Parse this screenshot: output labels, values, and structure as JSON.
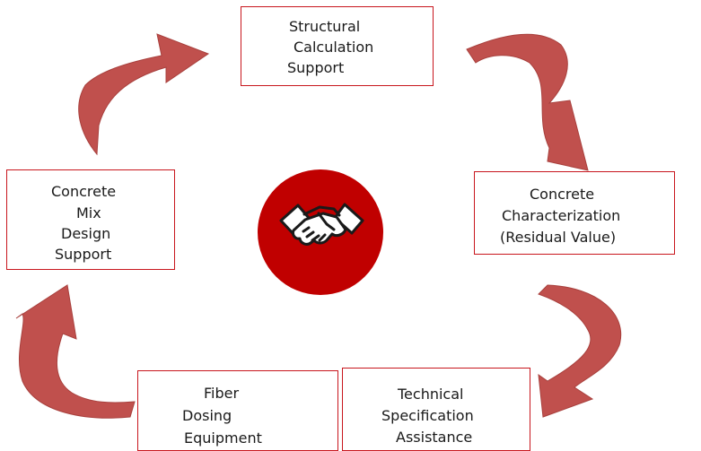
{
  "diagram": {
    "nodes": [
      {
        "id": "structural",
        "lines": [
          "Structural",
          "Calculation",
          "Support"
        ]
      },
      {
        "id": "characterization",
        "lines": [
          "Concrete",
          "Characterization",
          "(Residual Value)"
        ]
      },
      {
        "id": "specification",
        "lines": [
          "Technical",
          "Specification",
          "Assistance"
        ]
      },
      {
        "id": "dosing",
        "lines": [
          "Fiber",
          "Dosing",
          "Equipment"
        ]
      },
      {
        "id": "mix-design",
        "lines": [
          "Concrete",
          "Mix",
          "Design",
          "Support"
        ]
      }
    ],
    "center_icon": "handshake-icon",
    "colors": {
      "box_border": "#c8161d",
      "arrow": "#c0504d",
      "hub": "#c00000"
    }
  }
}
